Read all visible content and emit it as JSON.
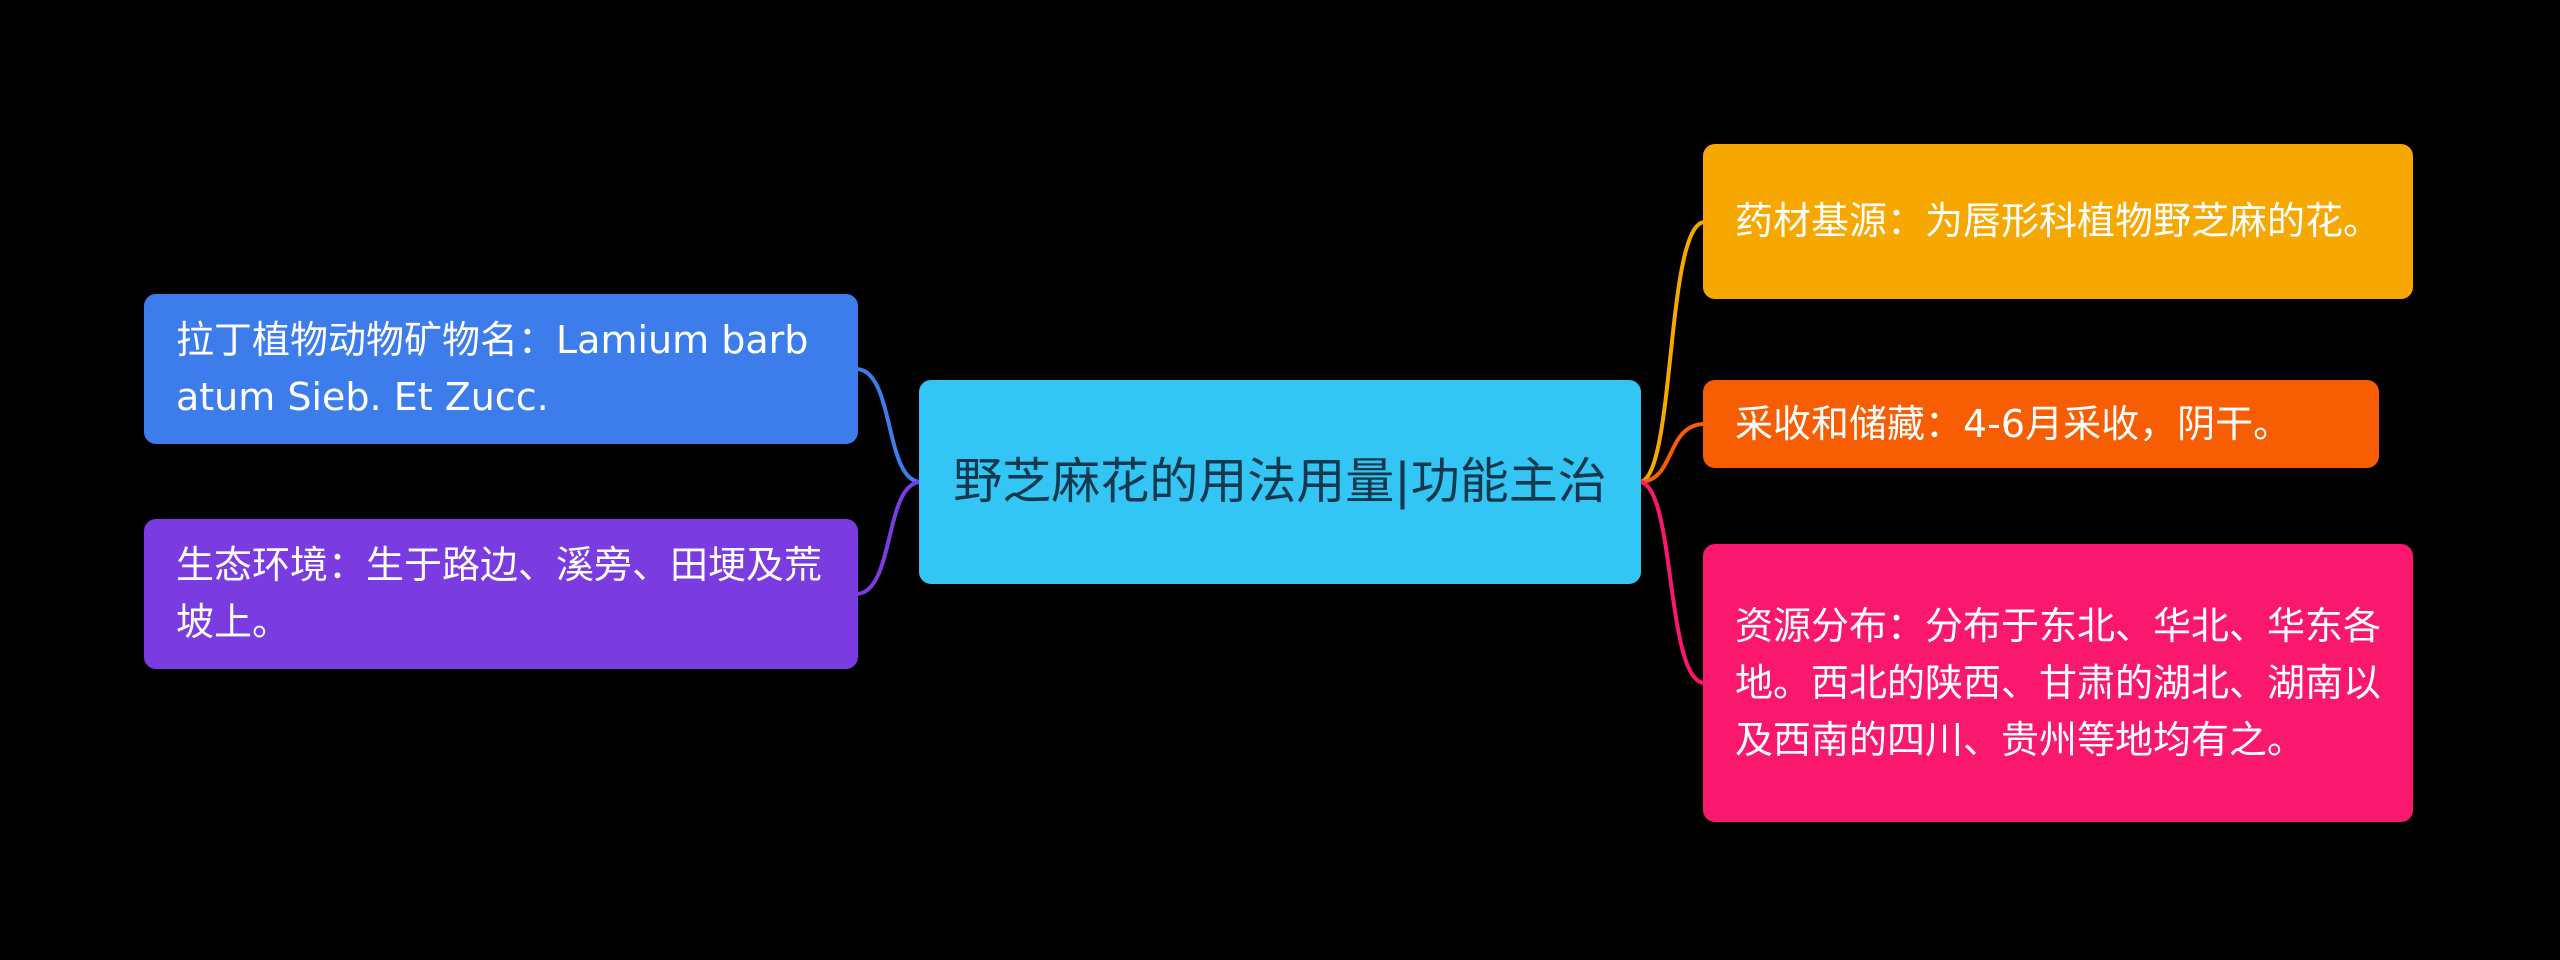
{
  "diagram": {
    "type": "mindmap",
    "background_color": "#000000",
    "center": {
      "label": "野芝麻花的用法用量|功能主治",
      "color": "#33c5f3",
      "text_color": "#14384d"
    },
    "left_nodes": [
      {
        "label": "拉丁植物动物矿物名：Lamium barbatum Sieb. Et Zucc.",
        "color": "#3d7deb"
      },
      {
        "label": "生态环境：生于路边、溪旁、田埂及荒坡上。",
        "color": "#7a3be0"
      }
    ],
    "right_nodes": [
      {
        "label": "药材基源：为唇形科植物野芝麻的花。",
        "color": "#f7a800"
      },
      {
        "label": "采收和储藏：4-6月采收，阴干。",
        "color": "#f75d02"
      },
      {
        "label": "资源分布：分布于东北、华北、华东各地。西北的陕西、甘肃的湖北、湖南以及西南的四川、贵州等地均有之。",
        "color": "#f9186e"
      }
    ]
  }
}
